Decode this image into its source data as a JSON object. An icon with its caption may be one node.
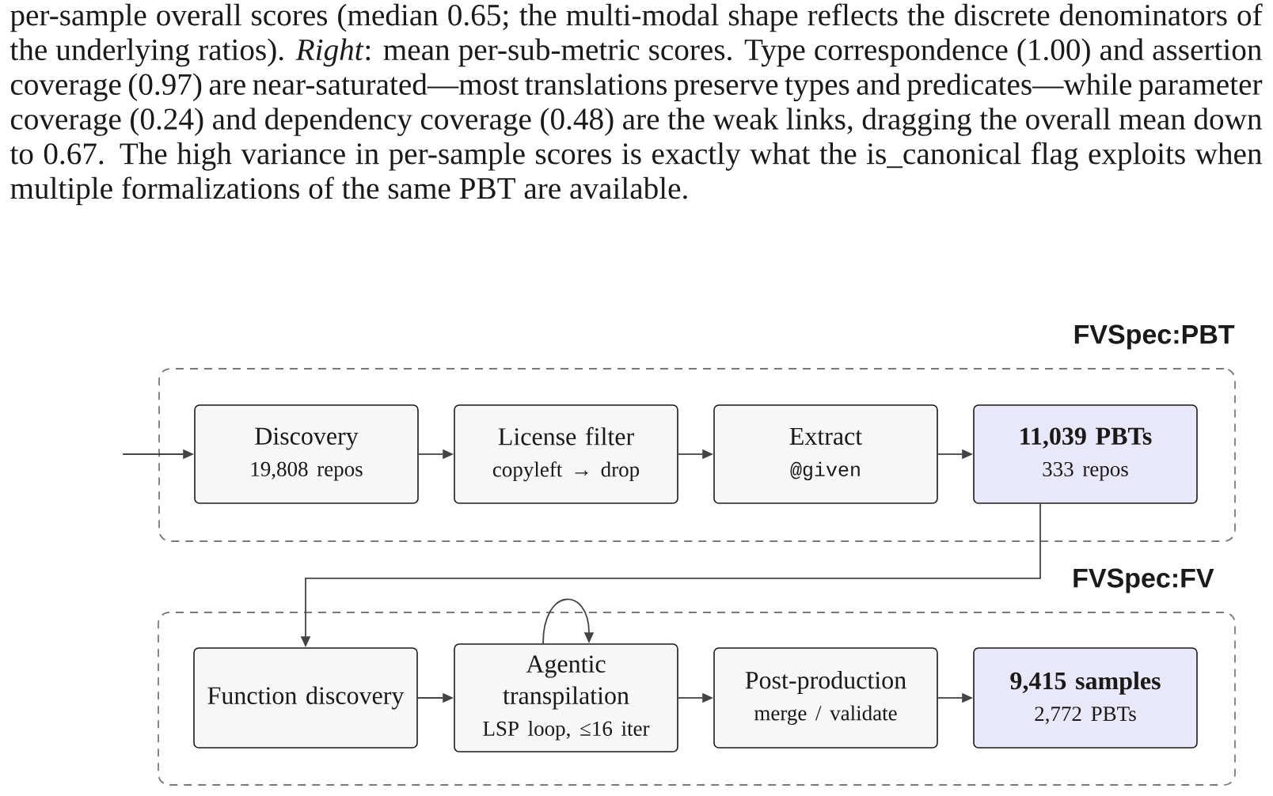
{
  "diagram": {
    "nodes": [
      {
        "text": [
          "FVSpec:PBT"
        ]
      },
      {
        "text": [
          "Discovery",
          "19,808 repos"
        ],
        "in": 0
      },
      {
        "text": [
          "License filter",
          "copyleft → drop"
        ],
        "in": 0
      },
      {
        "text": [
          "Extract",
          "@given"
        ],
        "in": 0
      },
      {
        "text": [
          "11,039 PBTs",
          "333 repos"
        ],
        "in": 0
      },
      {
        "text": [
          "FVSpec:FV"
        ]
      },
      {
        "text": [
          "Function discovery"
        ],
        "in": 5
      },
      {
        "text": [
          "Agentic transpilation",
          "LSP loop, ≤16 iter"
        ],
        "in": 5
      },
      {
        "text": [
          "Post-production",
          "merge / validate"
        ],
        "in": 5
      },
      {
        "text": [
          "9,415 samples",
          "2,772 PBTs"
        ],
        "in": 5
      }
    ],
    "edges": [
      {
        "from": null,
        "to": 1,
        "arrow": "to"
      },
      {
        "from": 1,
        "to": 2,
        "arrow": "to"
      },
      {
        "from": 2,
        "to": 3,
        "arrow": "to"
      },
      {
        "from": 3,
        "to": 4,
        "arrow": "to"
      },
      {
        "from": 4,
        "to": 6,
        "arrow": "to"
      },
      {
        "from": 6,
        "to": 7,
        "arrow": "to"
      },
      {
        "from": 7,
        "to": 7,
        "arrow": "to"
      },
      {
        "from": 7,
        "to": 8,
        "arrow": "to"
      },
      {
        "from": 8,
        "to": 9,
        "arrow": "to"
      }
    ],
    "labels": [
      "per-sample overall scores (median 0.65; the multi-modal shape reflects the discrete denominators of the underlying ratios). *Right*: mean per-sub-metric scores. Type correspondence (1.00) and assertion coverage (0.97) are near-saturated—most translations preserve types and predicates—while parameter coverage (0.24) and dependency coverage (0.48) are the weak links, dragging the overall mean down to 0.67. The high variance in per-sample scores is exactly what the is_canonical flag exploits when multiple formalizations of the same PBT are available."
    ]
  }
}
